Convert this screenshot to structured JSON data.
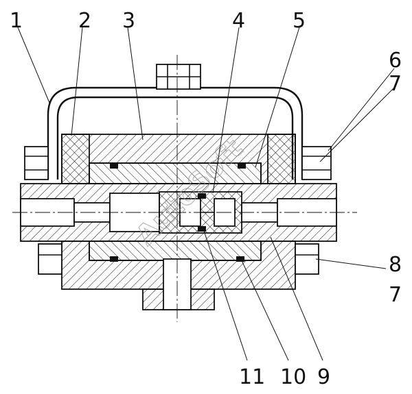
{
  "labels": {
    "l1": "1",
    "l2": "2",
    "l3": "3",
    "l4": "4",
    "l5": "5",
    "l6": "6",
    "l7a": "7",
    "l8": "8",
    "l7b": "7",
    "l9": "9",
    "l10": "10",
    "l11": "11"
  },
  "watermark": "AutoSoft"
}
